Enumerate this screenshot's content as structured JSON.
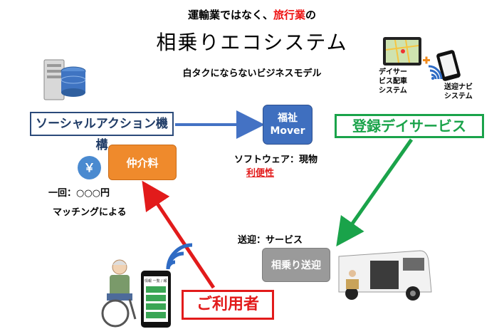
{
  "header": {
    "line1_prefix": "運輸業ではなく、",
    "line1_highlight": "旅行業",
    "line1_suffix": "の",
    "title": "相乗りエコシステム",
    "subtitle": "白タクにならないビジネスモデル"
  },
  "nodes": {
    "organization": "ソーシャルアクション機構",
    "mover_line1": "福祉",
    "mover_line2": "Mover",
    "registered_service": "登録デイサービス",
    "fee": "仲介料",
    "rideshare": "相乗り送迎",
    "user": "ご利用者"
  },
  "labels": {
    "software": "ソフトウェア：現物",
    "convenience": "利便性",
    "per_ride": "一回：○○○円",
    "matching": "マッチングによる",
    "transport": "送迎：サービス",
    "dispatch_line1": "デイサー",
    "dispatch_line2": "ビス配車",
    "dispatch_line3": "システム",
    "navi_line1": "送迎ナビ",
    "navi_line2": "システム",
    "yen": "￥",
    "phone_header": "情報 一覧 / 報"
  },
  "colors": {
    "blue_arrow": "#4472c4",
    "green_arrow": "#1aa34a",
    "red_arrow": "#e21b1b",
    "mover_box": "#3f6fbf",
    "fee_box": "#ef8a2c",
    "ride_box": "#9a9a9a"
  }
}
